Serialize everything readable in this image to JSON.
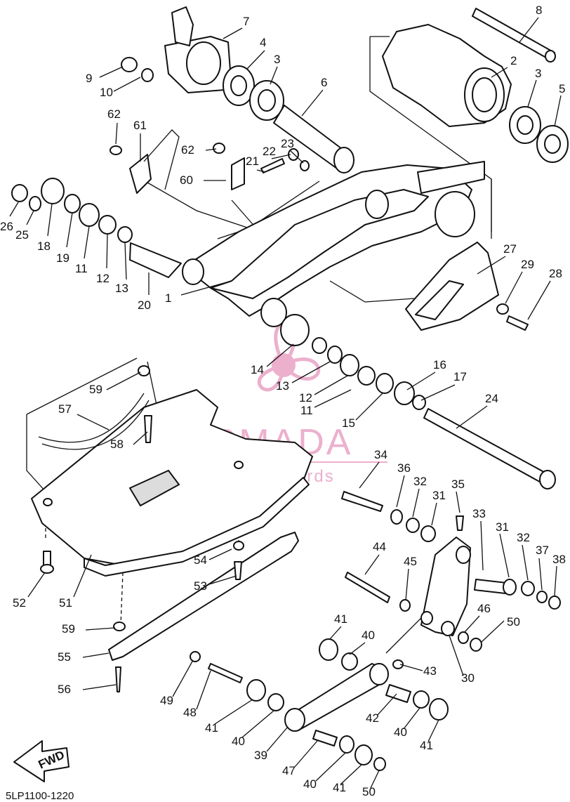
{
  "diagram": {
    "part_code": "5LP1100-1220",
    "fwd_label": "FWD",
    "watermark": {
      "brand": "ARMADA",
      "tagline": "marine outboards",
      "color": "#e9a3c5"
    },
    "line_color": "#111111",
    "callouts": [
      {
        "id": "c1",
        "label": "1"
      },
      {
        "id": "c2",
        "label": "2"
      },
      {
        "id": "c3a",
        "label": "3"
      },
      {
        "id": "c3b",
        "label": "3"
      },
      {
        "id": "c4",
        "label": "4"
      },
      {
        "id": "c5",
        "label": "5"
      },
      {
        "id": "c6",
        "label": "6"
      },
      {
        "id": "c7",
        "label": "7"
      },
      {
        "id": "c8",
        "label": "8"
      },
      {
        "id": "c9",
        "label": "9"
      },
      {
        "id": "c10",
        "label": "10"
      },
      {
        "id": "c11a",
        "label": "11"
      },
      {
        "id": "c11b",
        "label": "11"
      },
      {
        "id": "c12a",
        "label": "12"
      },
      {
        "id": "c12b",
        "label": "12"
      },
      {
        "id": "c13a",
        "label": "13"
      },
      {
        "id": "c13b",
        "label": "13"
      },
      {
        "id": "c14",
        "label": "14"
      },
      {
        "id": "c15",
        "label": "15"
      },
      {
        "id": "c16",
        "label": "16"
      },
      {
        "id": "c17",
        "label": "17"
      },
      {
        "id": "c18",
        "label": "18"
      },
      {
        "id": "c19",
        "label": "19"
      },
      {
        "id": "c20",
        "label": "20"
      },
      {
        "id": "c21",
        "label": "21"
      },
      {
        "id": "c22",
        "label": "22"
      },
      {
        "id": "c23",
        "label": "23"
      },
      {
        "id": "c24",
        "label": "24"
      },
      {
        "id": "c25",
        "label": "25"
      },
      {
        "id": "c26",
        "label": "26"
      },
      {
        "id": "c27",
        "label": "27"
      },
      {
        "id": "c28",
        "label": "28"
      },
      {
        "id": "c29",
        "label": "29"
      },
      {
        "id": "c30",
        "label": "30"
      },
      {
        "id": "c31a",
        "label": "31"
      },
      {
        "id": "c31b",
        "label": "31"
      },
      {
        "id": "c32a",
        "label": "32"
      },
      {
        "id": "c32b",
        "label": "32"
      },
      {
        "id": "c33",
        "label": "33"
      },
      {
        "id": "c34",
        "label": "34"
      },
      {
        "id": "c35",
        "label": "35"
      },
      {
        "id": "c36",
        "label": "36"
      },
      {
        "id": "c37",
        "label": "37"
      },
      {
        "id": "c38",
        "label": "38"
      },
      {
        "id": "c39",
        "label": "39"
      },
      {
        "id": "c40a",
        "label": "40"
      },
      {
        "id": "c40b",
        "label": "40"
      },
      {
        "id": "c40c",
        "label": "40"
      },
      {
        "id": "c40d",
        "label": "40"
      },
      {
        "id": "c41a",
        "label": "41"
      },
      {
        "id": "c41b",
        "label": "41"
      },
      {
        "id": "c41c",
        "label": "41"
      },
      {
        "id": "c41d",
        "label": "41"
      },
      {
        "id": "c42",
        "label": "42"
      },
      {
        "id": "c43",
        "label": "43"
      },
      {
        "id": "c44",
        "label": "44"
      },
      {
        "id": "c45",
        "label": "45"
      },
      {
        "id": "c46",
        "label": "46"
      },
      {
        "id": "c47",
        "label": "47"
      },
      {
        "id": "c48",
        "label": "48"
      },
      {
        "id": "c49",
        "label": "49"
      },
      {
        "id": "c50a",
        "label": "50"
      },
      {
        "id": "c50b",
        "label": "50"
      },
      {
        "id": "c51",
        "label": "51"
      },
      {
        "id": "c52",
        "label": "52"
      },
      {
        "id": "c53",
        "label": "53"
      },
      {
        "id": "c54",
        "label": "54"
      },
      {
        "id": "c55",
        "label": "55"
      },
      {
        "id": "c56",
        "label": "56"
      },
      {
        "id": "c57",
        "label": "57"
      },
      {
        "id": "c58",
        "label": "58"
      },
      {
        "id": "c59a",
        "label": "59"
      },
      {
        "id": "c59b",
        "label": "59"
      },
      {
        "id": "c60",
        "label": "60"
      },
      {
        "id": "c61",
        "label": "61"
      },
      {
        "id": "c62a",
        "label": "62"
      },
      {
        "id": "c62b",
        "label": "62"
      }
    ]
  }
}
